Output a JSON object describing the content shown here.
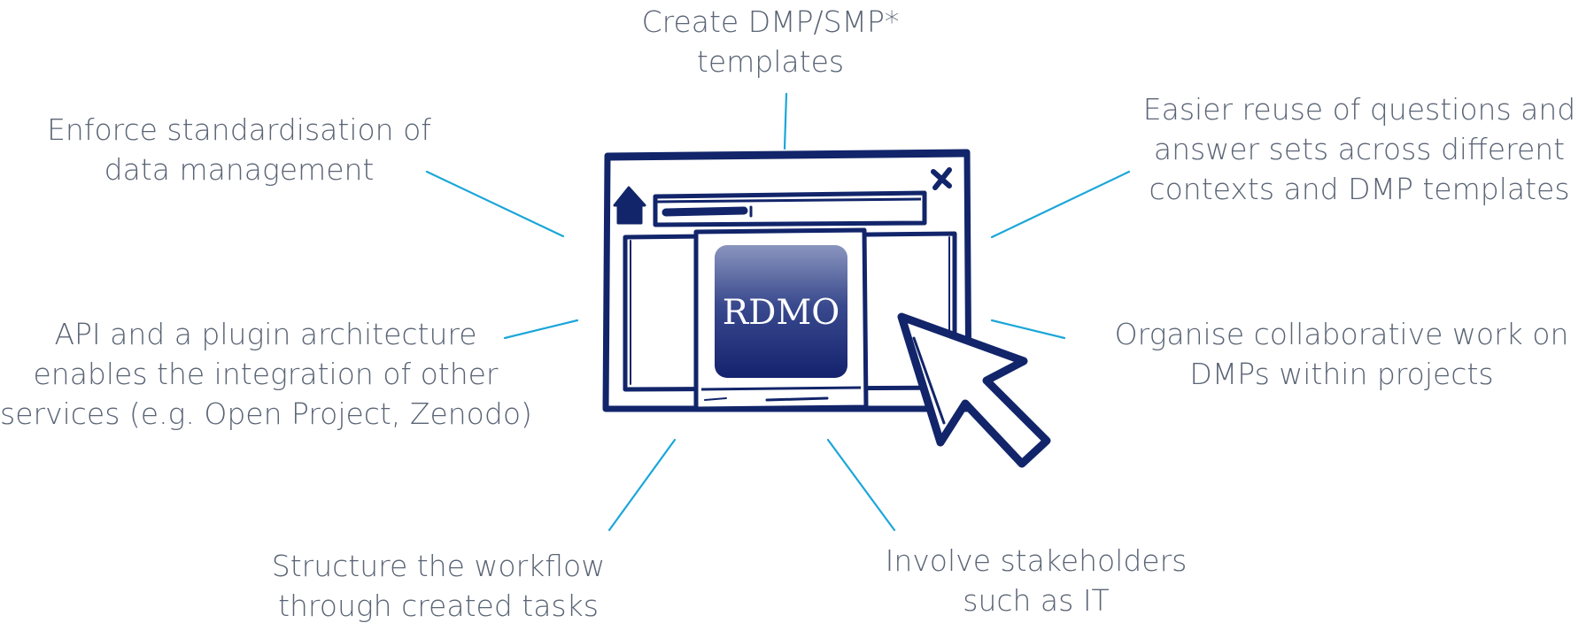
{
  "features": {
    "top": {
      "lines": [
        "Create DMP/SMP*",
        "templates"
      ]
    },
    "top_left": {
      "lines": [
        "Enforce standardisation of",
        "data management"
      ]
    },
    "top_right": {
      "lines": [
        "Easier reuse of questions and",
        "answer sets across different",
        "contexts and DMP templates"
      ]
    },
    "left": {
      "lines": [
        "API and a plugin architecture",
        "enables the integration of other",
        "services (e.g. Open Project, Zenodo)"
      ]
    },
    "right": {
      "lines": [
        "Organise collaborative work on",
        "DMPs within projects"
      ]
    },
    "bottom_left": {
      "lines": [
        "Structure the workflow",
        "through created tasks"
      ]
    },
    "bottom_right": {
      "lines": [
        "Involve stakeholders",
        "such as IT"
      ]
    }
  },
  "illustration": {
    "logo_text": "RDMO",
    "icons": [
      "home-icon",
      "close-icon",
      "cursor-arrow-icon"
    ]
  },
  "colors": {
    "connector": "#1ba6d9",
    "sketch": "#12256a",
    "logo_top": "#8a95be",
    "logo_bottom": "#14226e",
    "text": "#5a6475"
  }
}
